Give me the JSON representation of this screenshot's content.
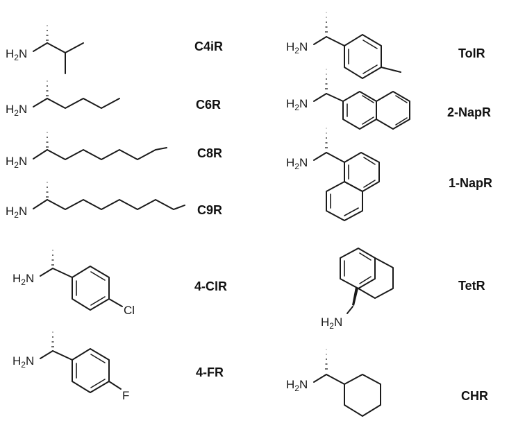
{
  "compounds": [
    {
      "id": "C4iR",
      "label": "C4iR",
      "substituent": ""
    },
    {
      "id": "C6R",
      "label": "C6R",
      "substituent": ""
    },
    {
      "id": "C8R",
      "label": "C8R",
      "substituent": ""
    },
    {
      "id": "C9R",
      "label": "C9R",
      "substituent": ""
    },
    {
      "id": "4-ClR",
      "label": "4-ClR",
      "substituent": "Cl"
    },
    {
      "id": "4-FR",
      "label": "4-FR",
      "substituent": "F"
    },
    {
      "id": "TolR",
      "label": "TolR",
      "substituent": ""
    },
    {
      "id": "2-NapR",
      "label": "2-NapR",
      "substituent": ""
    },
    {
      "id": "1-NapR",
      "label": "1-NapR",
      "substituent": ""
    },
    {
      "id": "TetR",
      "label": "TetR",
      "substituent": ""
    },
    {
      "id": "CHR",
      "label": "CHR",
      "substituent": ""
    }
  ],
  "amine": {
    "element": "H",
    "subscript": "2",
    "tail": "N"
  }
}
